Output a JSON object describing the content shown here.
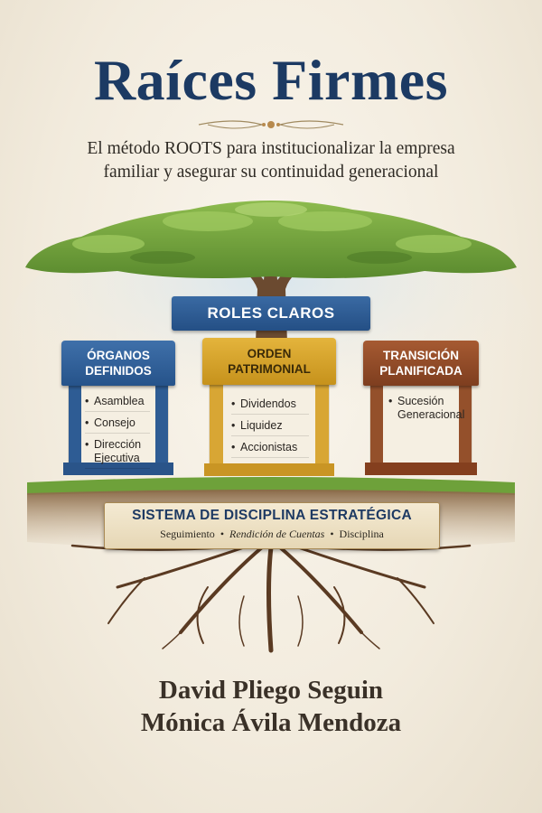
{
  "cover": {
    "title": "Raíces Firmes",
    "subtitle_line1": "El método ROOTS para institucionalizar la empresa",
    "subtitle_line2": "familiar y asegurar su continuidad generacional",
    "banner": "ROLES CLAROS",
    "pillars": [
      {
        "title_line1": "ÓRGANOS",
        "title_line2": "DEFINIDOS",
        "color": "#2f5f98",
        "items": [
          "Asamblea",
          "Consejo",
          "Dirección Ejecutiva"
        ]
      },
      {
        "title_line1": "ORDEN",
        "title_line2": "PATRIMONIAL",
        "color": "#d6a42c",
        "items": [
          "Dividendos",
          "Liquidez",
          "Accionistas"
        ]
      },
      {
        "title_line1": "TRANSICIÓN",
        "title_line2": "PLANIFICADA",
        "color": "#8e4a26",
        "items": [
          "Sucesión Generacional"
        ]
      }
    ],
    "foundation": {
      "title": "SISTEMA DE DISCIPLINA ESTRATÉGICA",
      "items": [
        "Seguimiento",
        "Rendición de Cuentas",
        "Disciplina"
      ],
      "separator": "•"
    },
    "authors": [
      "David Pliego Seguin",
      "Mónica Ávila Mendoza"
    ]
  }
}
